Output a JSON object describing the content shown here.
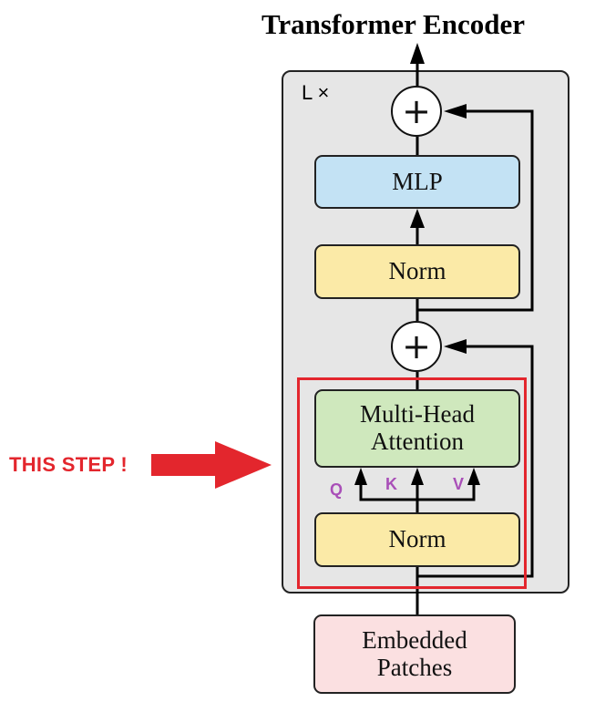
{
  "diagram": {
    "title": "Transformer Encoder",
    "layer_count": "L ×",
    "blocks": {
      "mlp": "MLP",
      "norm_top": "Norm",
      "mha_line1": "Multi-Head",
      "mha_line2": "Attention",
      "norm_bottom": "Norm",
      "patches_line1": "Embedded",
      "patches_line2": "Patches"
    },
    "residual_symbol": "+",
    "qkv": {
      "q": "Q",
      "k": "K",
      "v": "V"
    },
    "callout": {
      "text": "THIS STEP !"
    }
  },
  "colors": {
    "encoder_bg": "#e6e6e6",
    "mlp": "#c3e2f4",
    "norm": "#fbeaa7",
    "attention": "#cfe8bd",
    "patches": "#fbe0e1",
    "highlight": "#e3262d",
    "qkv_label": "#a94fb8"
  }
}
